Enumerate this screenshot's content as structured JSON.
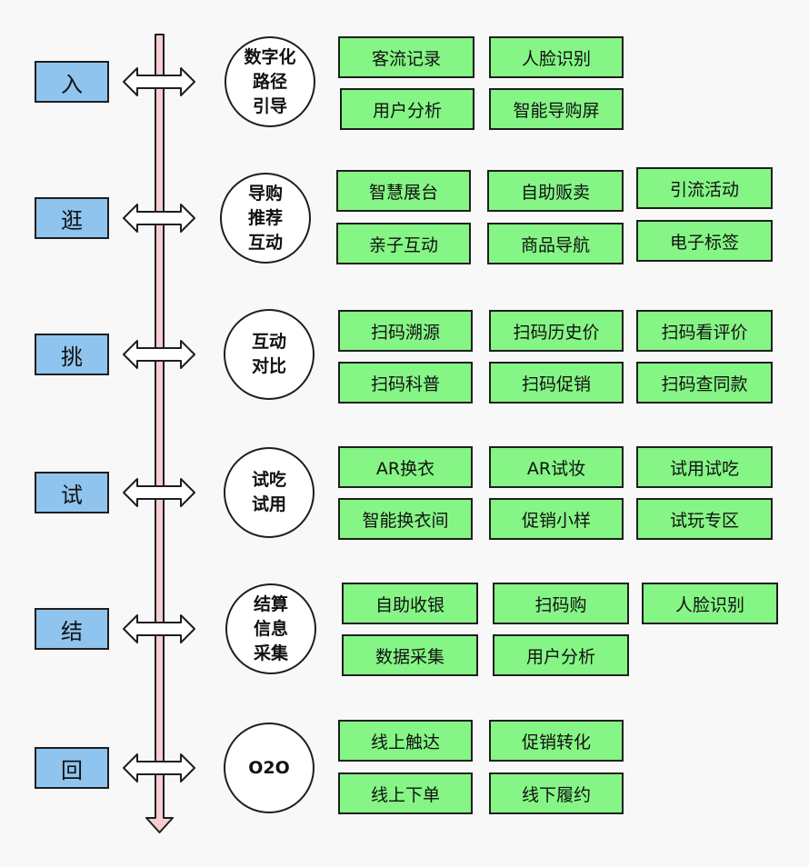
{
  "colors": {
    "stage_fill": "#8fc4ee",
    "circle_fill": "#ffffff",
    "feature_fill": "#85f585",
    "axis_fill": "#f7cdd2",
    "outline": "#1e1e1e"
  },
  "stages": [
    {
      "label": "入",
      "circle": "数字化\n路径\n引导",
      "features": [
        "客流记录",
        "人脸识别",
        "用户分析",
        "智能导购屏"
      ]
    },
    {
      "label": "逛",
      "circle": "导购\n推荐\n互动",
      "features": [
        "智慧展台",
        "自助贩卖",
        "引流活动",
        "亲子互动",
        "商品导航",
        "电子标签"
      ]
    },
    {
      "label": "挑",
      "circle": "互动\n对比",
      "features": [
        "扫码溯源",
        "扫码历史价",
        "扫码看评价",
        "扫码科普",
        "扫码促销",
        "扫码查同款"
      ]
    },
    {
      "label": "试",
      "circle": "试吃\n试用",
      "features": [
        "AR换衣",
        "AR试妆",
        "试用试吃",
        "智能换衣间",
        "促销小样",
        "试玩专区"
      ]
    },
    {
      "label": "结",
      "circle": "结算\n信息\n采集",
      "features": [
        "自助收银",
        "扫码购",
        "人脸识别",
        "数据采集",
        "用户分析"
      ]
    },
    {
      "label": "回",
      "circle": "O2O",
      "features": [
        "线上触达",
        "促销转化",
        "线上下单",
        "线下履约"
      ]
    }
  ]
}
